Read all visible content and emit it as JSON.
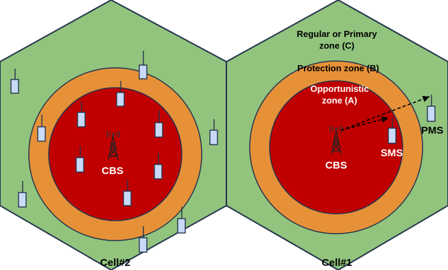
{
  "cells": [
    {
      "id": "cell-2",
      "label": "Cell#2",
      "base_station_label": "CBS"
    },
    {
      "id": "cell-1",
      "label": "Cell#1",
      "base_station_label": "CBS",
      "zone_labels": {
        "regular_line1": "Regular or Primary",
        "regular_line2": "zone (C)",
        "protection": "Protection zone (B)",
        "opportunistic_line1": "Opportunistic",
        "opportunistic_line2": "zone (A)"
      },
      "mobile_labels": {
        "secondary": "SMS",
        "primary": "PMS"
      }
    }
  ],
  "colors": {
    "zone_c": "#92c47d",
    "zone_b": "#e69138",
    "zone_a": "#c00000",
    "outline": "#24344f",
    "device_fill": "#c9daf8",
    "text_on_red": "#ffffff",
    "text_dark": "#000000"
  }
}
